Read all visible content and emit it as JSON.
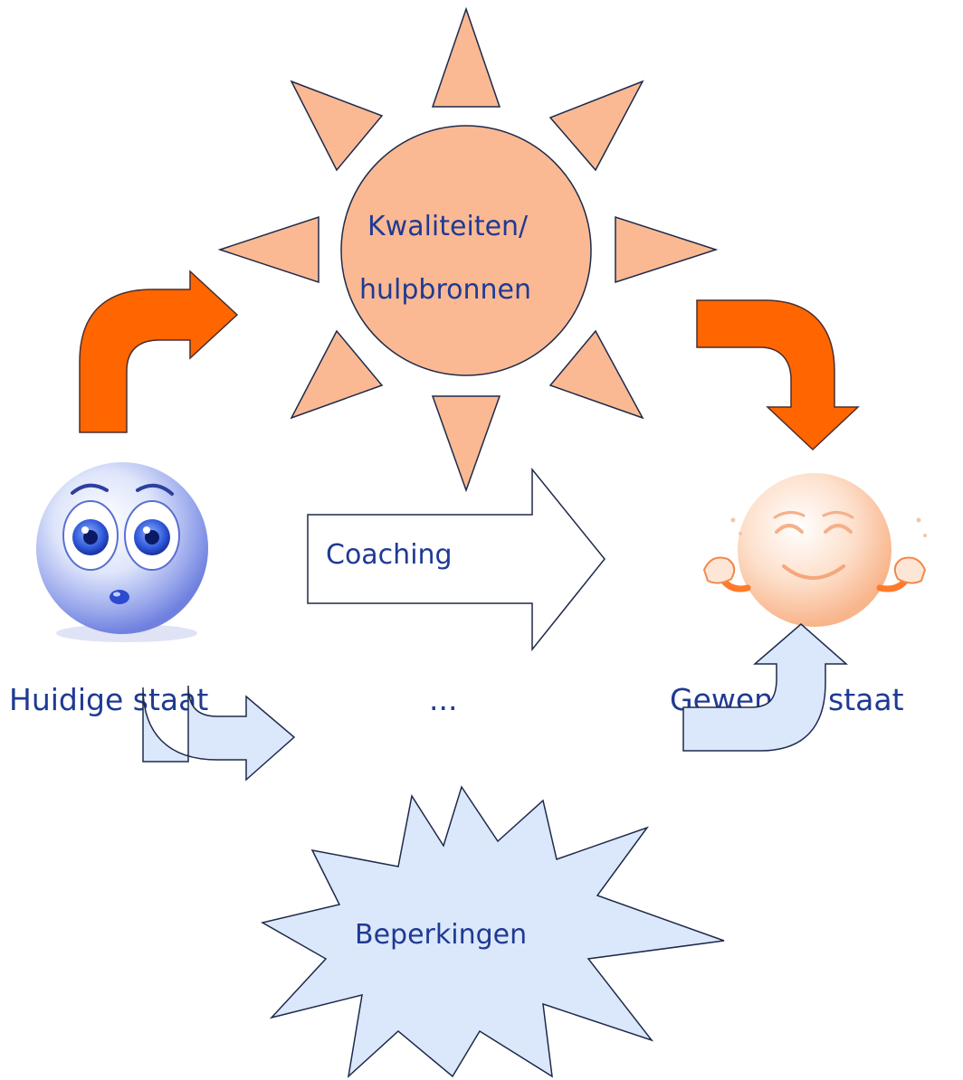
{
  "colors": {
    "sun_fill": "#fab993",
    "sun_stroke": "#1e2a4a",
    "orange_arrow": "#ff6600",
    "light_blue": "#dbe8fb",
    "text": "#1f3a93",
    "blue_face": "#7e8ee4",
    "peach_face": "#fbb48c"
  },
  "diagram": {
    "sun_label_line1": "Kwaliteiten/",
    "sun_label_line2": "hulpbronnen",
    "coaching_label": "Coaching",
    "current_state_label": "Huidige staat",
    "middle_label": "...",
    "desired_state_label": "Gewenste staat",
    "limitations_label": "Beperkingen"
  },
  "icons": {
    "current_face": "surprised-face-icon",
    "desired_face": "meditating-smiley-icon"
  }
}
